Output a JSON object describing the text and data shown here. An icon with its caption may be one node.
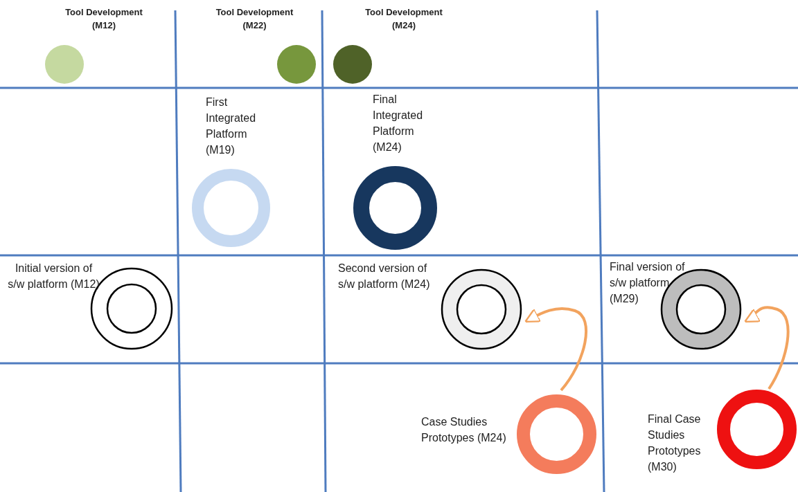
{
  "diagram": {
    "nodes": [
      {
        "text": [
          "Tool Development (M12)"
        ]
      },
      {
        "text": [
          "Tool Development (M22)"
        ]
      },
      {
        "text": [
          "Tool Development (M24)"
        ]
      },
      {
        "text": [
          "First Integrated Platform (M19)"
        ]
      },
      {
        "text": [
          "Final Integrated Platform (M24)"
        ]
      },
      {
        "text": [
          "Initial version of s/w platform (M12)"
        ]
      },
      {
        "text": [
          "Second version of s/w platform (M24)"
        ]
      },
      {
        "text": [
          "Final version of s/w platform (M29)"
        ]
      },
      {
        "text": [
          "Case Studies Prototypes (M24)"
        ]
      },
      {
        "text": [
          "Final Case Studies Prototypes (M30)"
        ]
      }
    ],
    "edges": [
      {
        "from": 8,
        "to": 6,
        "arrow": "to",
        "color": "#f2a35e"
      },
      {
        "from": 9,
        "to": 7,
        "arrow": "to",
        "color": "#f2a35e"
      }
    ]
  }
}
